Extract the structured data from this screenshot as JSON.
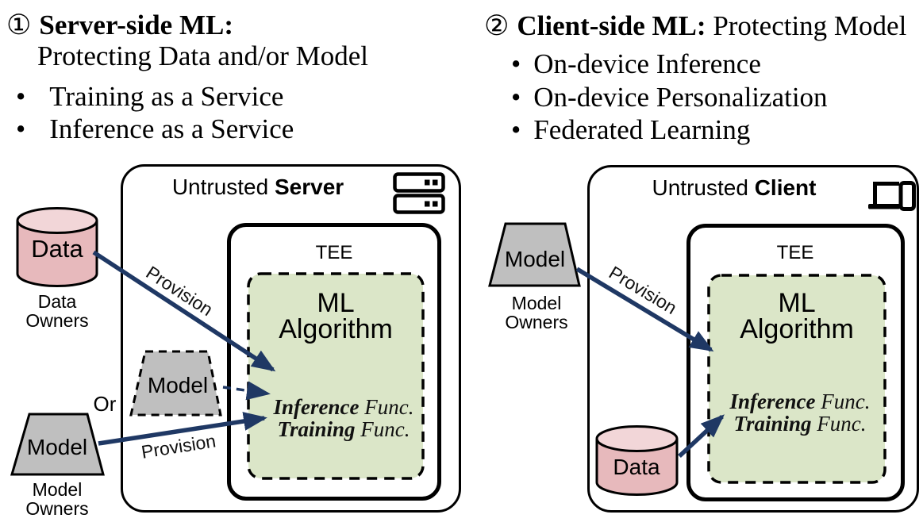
{
  "glyphs": {
    "bullet": "•"
  },
  "intro": {
    "left": {
      "number": "①",
      "title_bold": "Server-side ML:",
      "subtitle": "Protecting Data and/or Model",
      "bullets": [
        "Training as a Service",
        "Inference as a Service"
      ]
    },
    "right": {
      "number": "②",
      "title_bold": "Client-side ML:",
      "title_rest": " Protecting Model",
      "bullets": [
        "On-device Inference",
        "On-device Personalization",
        "Federated Learning"
      ]
    }
  },
  "server_panel": {
    "host_regular": "Untrusted ",
    "host_bold": "Server",
    "tee": "TEE",
    "ml_line1": "ML",
    "ml_line2": "Algorithm",
    "func1_bold": "Inference",
    "func1_rest": " Func.",
    "func2_bold": "Training",
    "func2_rest": " Func.",
    "data_shape": "Data",
    "data_owner_line1": "Data",
    "data_owner_line2": "Owners",
    "model_dashed_shape": "Model",
    "model_solid_shape": "Model",
    "model_owner_line1": "Model",
    "model_owner_line2": "Owners",
    "or_label": "Or",
    "provision_top": "Provision",
    "provision_bottom": "Provision"
  },
  "client_panel": {
    "host_regular": "Untrusted ",
    "host_bold": "Client",
    "tee": "TEE",
    "ml_line1": "ML",
    "ml_line2": "Algorithm",
    "func1_bold": "Inference",
    "func1_rest": " Func.",
    "func2_bold": "Training",
    "func2_rest": " Func.",
    "model_shape": "Model",
    "model_owner_line1": "Model",
    "model_owner_line2": "Owners",
    "data_shape": "Data",
    "provision": "Provision"
  },
  "colors": {
    "arrow_navy": "#1f3864",
    "ml_box_green": "#dbe6c8",
    "cylinder_pink": "#e7b9bc",
    "cylinder_pink_top": "#f2d6d8",
    "trapezoid_gray": "#bfbfbf",
    "outline_black": "#000000"
  }
}
